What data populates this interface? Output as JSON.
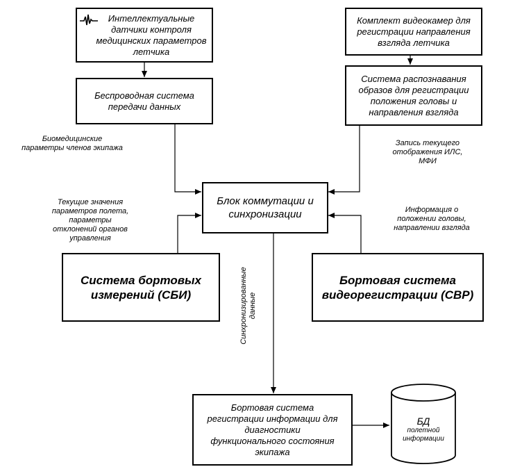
{
  "nodes": {
    "sensors": [
      "Интеллектуальные",
      "датчики контроля",
      "медицинских параметров",
      "летчика"
    ],
    "wireless": [
      "Беспроводная система",
      "передачи данных"
    ],
    "cameras": [
      "Комплект видеокамер для",
      "регистрации направления",
      "взгляда летчика"
    ],
    "recognition": [
      "Система распознавания",
      "образов для регистрации",
      "положения головы и",
      "направления взгляда"
    ],
    "switch": [
      "Блок коммутации и",
      "синхронизации"
    ],
    "sbi": [
      "Система бортовых",
      "измерений (СБИ)"
    ],
    "svr": [
      "Бортовая система",
      "видеорегистрации (СВР)"
    ],
    "recorder": [
      "Бортовая система",
      "регистрации информации для",
      "диагностики",
      "функционального состояния",
      "экипажа"
    ],
    "db_title": "БД",
    "db_sub": [
      "полетной",
      "информации"
    ]
  },
  "notes": {
    "biomed": [
      "Биомедицинские",
      "параметры членов экипажа"
    ],
    "video_write": [
      "Запись текущего",
      "отображения ИЛС,",
      "МФИ"
    ],
    "flight_params": [
      "Текущие значения",
      "параметров полета,",
      "параметры",
      "отклонений органов",
      "управления"
    ],
    "head_info": [
      "Информация о",
      "положении головы,",
      "направлении взгляда"
    ],
    "sync_data": [
      "Синхронизированные",
      "данные"
    ]
  },
  "icons": {
    "sensor": "ecg-pulse-icon",
    "database": "database-cylinder-icon"
  }
}
